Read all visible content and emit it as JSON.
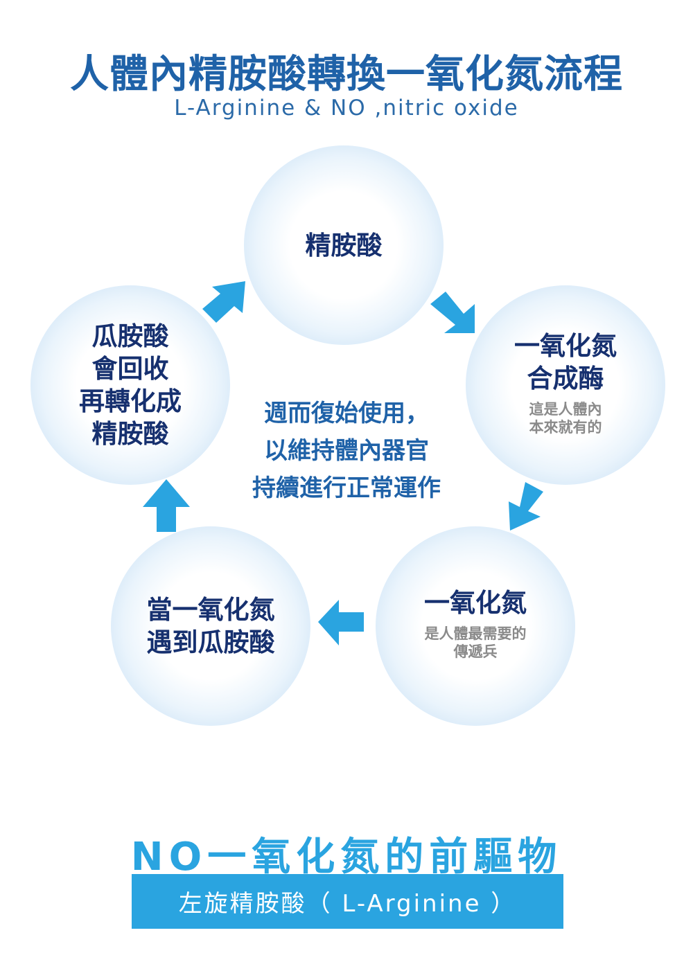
{
  "header": {
    "title": "人體內精胺酸轉換一氧化氮流程",
    "subtitle": "L-Arginine & NO ,nitric oxide"
  },
  "cycle": {
    "top": {
      "main": [
        "精胺酸"
      ],
      "sub": []
    },
    "right": {
      "main": [
        "一氧化氮",
        "合成酶"
      ],
      "sub": [
        "這是人體內",
        "本來就有的"
      ]
    },
    "bottom_right": {
      "main": [
        "一氧化氮"
      ],
      "sub": [
        "是人體最需要的",
        "傳遞兵"
      ]
    },
    "bottom_left": {
      "main": [
        "當一氧化氮",
        "遇到瓜胺酸"
      ],
      "sub": []
    },
    "left": {
      "main": [
        "瓜胺酸",
        "會回收",
        "再轉化成",
        "精胺酸"
      ],
      "sub": []
    }
  },
  "center": {
    "lines": [
      "週而復始使用，",
      "以維持體內器官",
      "持續進行正常運作"
    ]
  },
  "footer": {
    "title": "NO一氧化氮的前驅物",
    "banner": "左旋精胺酸（ L-Arginine ）"
  },
  "colors": {
    "arrow": "#2aa4e0",
    "title": "#1f62a8",
    "bubble_text": "#16306f",
    "footer_bar": "#2aa4e0"
  },
  "icons": [
    "arrow-right-down-icon",
    "arrow-down-left-icon",
    "arrow-left-icon",
    "arrow-up-icon",
    "arrow-up-right-icon"
  ]
}
